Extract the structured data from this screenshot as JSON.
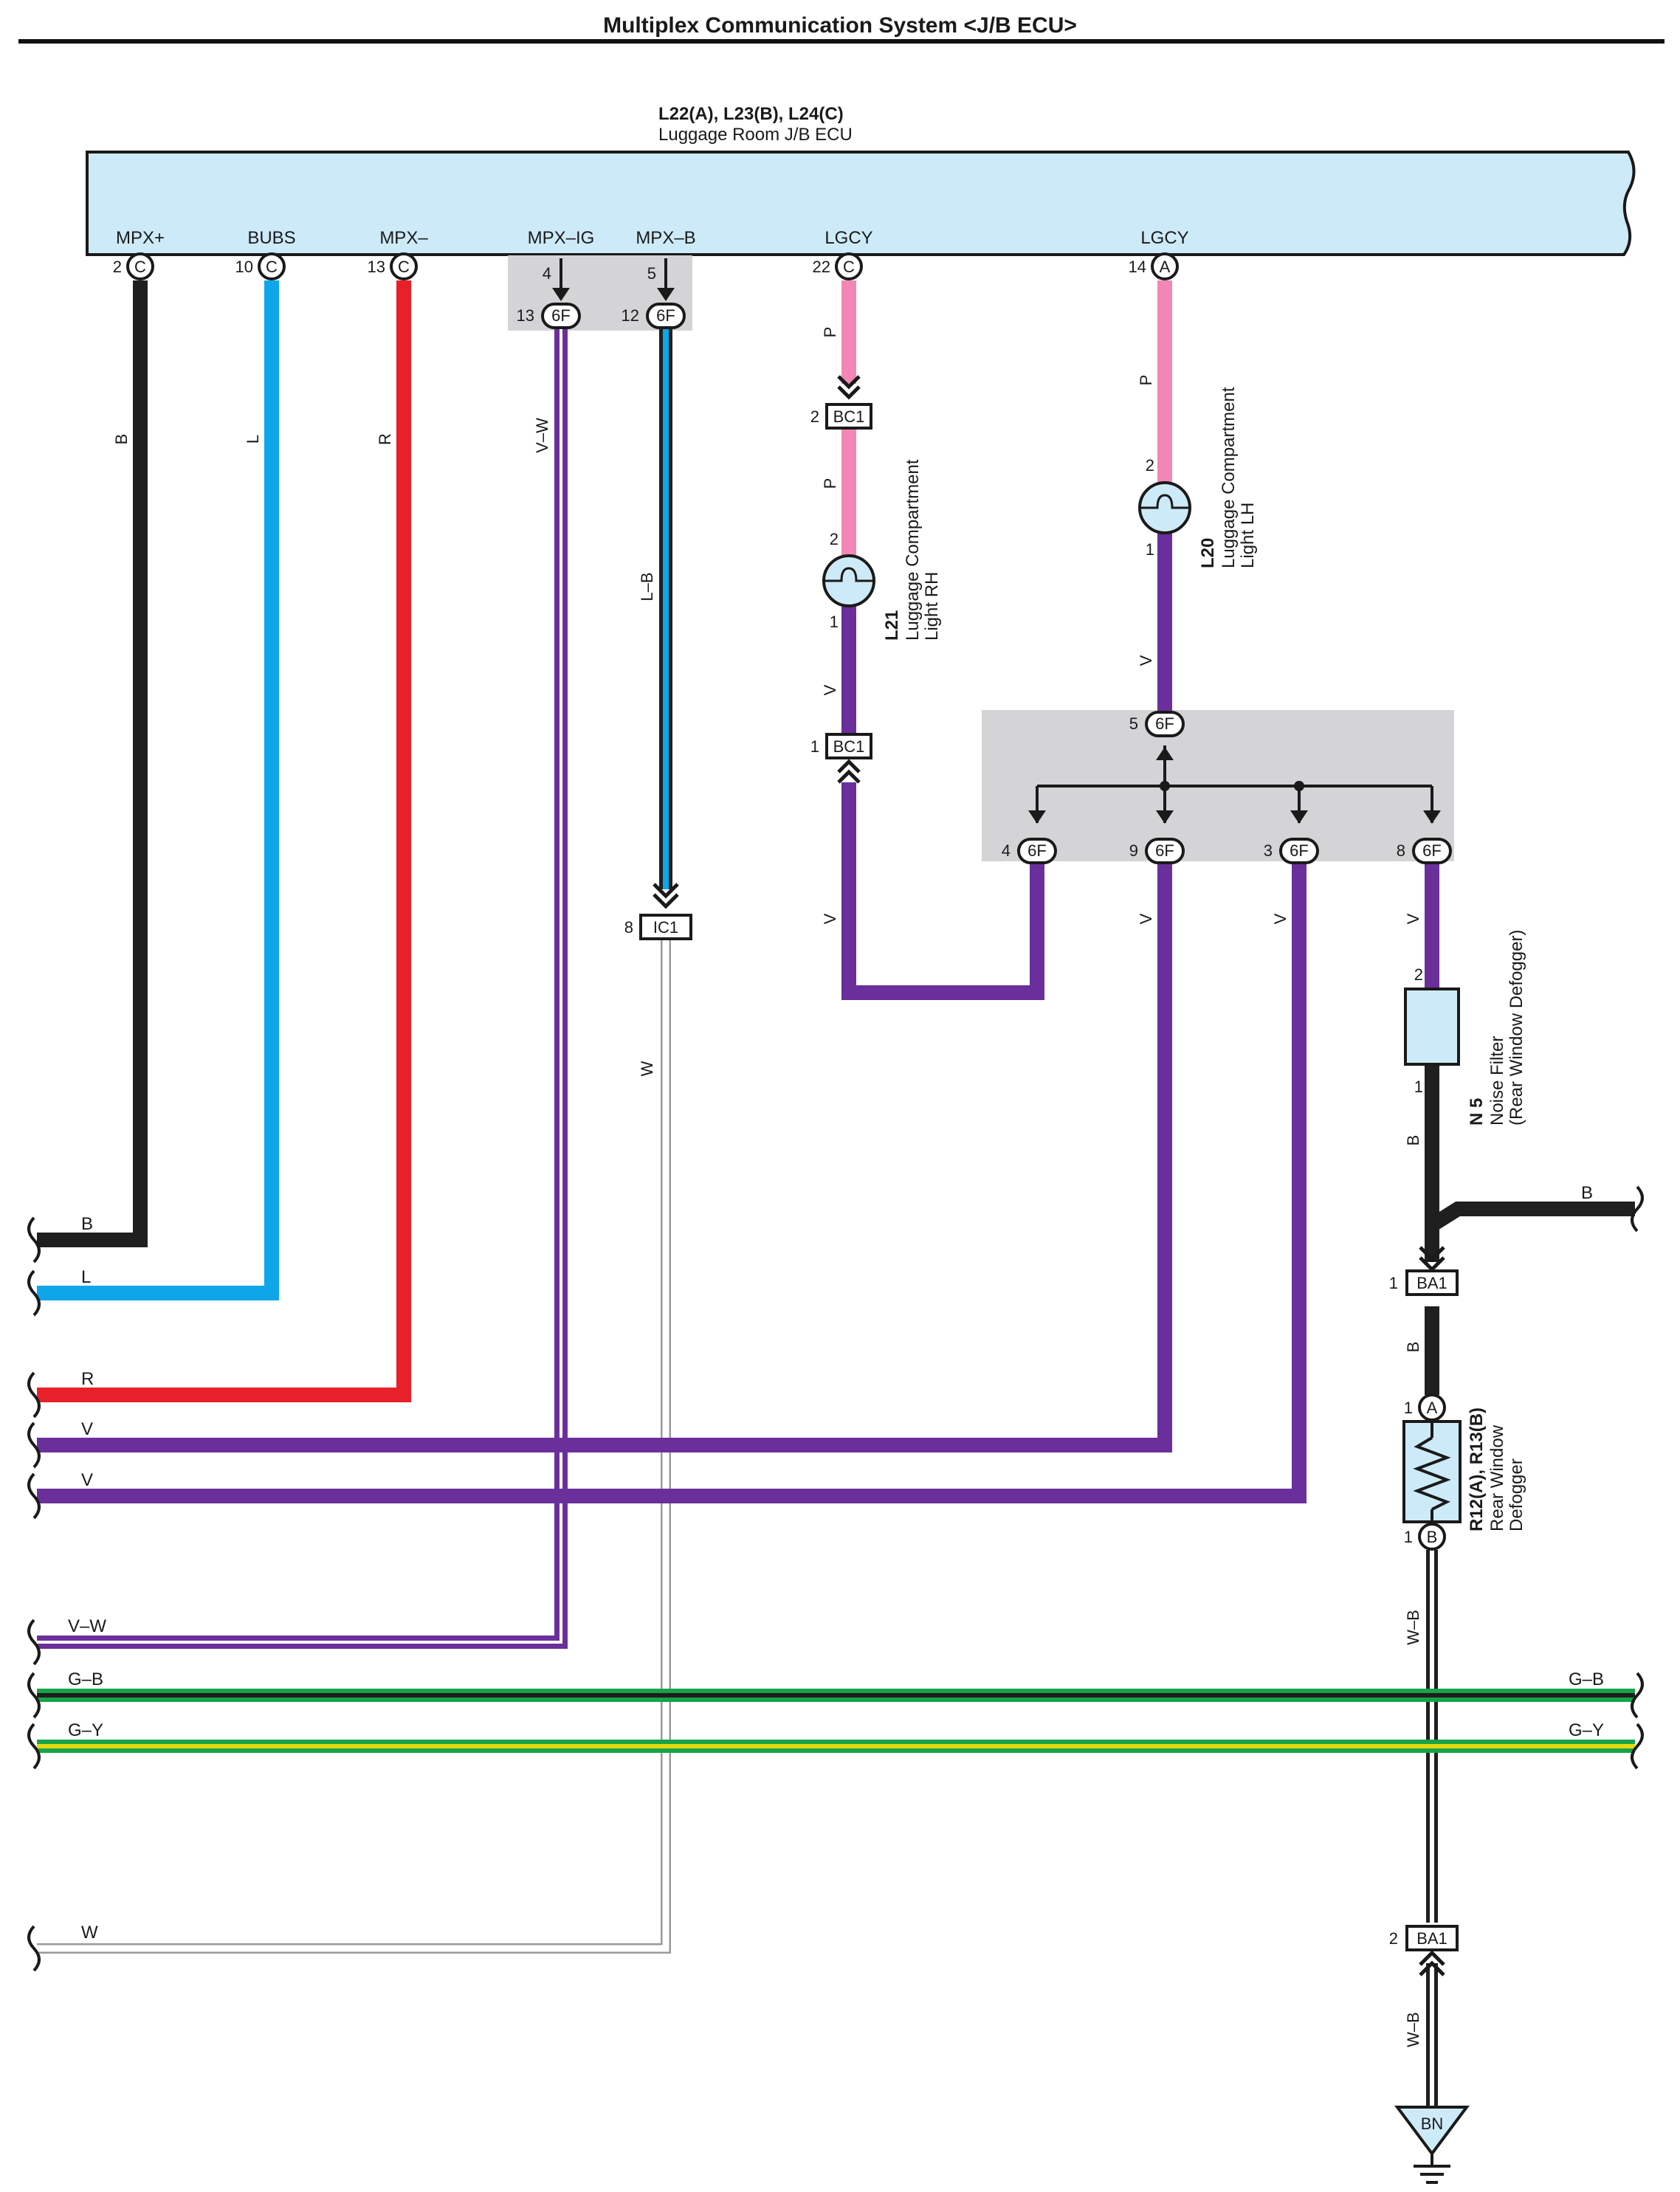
{
  "page": {
    "title": "Multiplex Communication System <J/B ECU>"
  },
  "ecu": {
    "code": "L22(A), L23(B), L24(C)",
    "name": "Luggage Room J/B ECU",
    "terminals": [
      {
        "name": "MPX+",
        "pin": "2",
        "conn": "C"
      },
      {
        "name": "BUBS",
        "pin": "10",
        "conn": "C"
      },
      {
        "name": "MPX–",
        "pin": "13",
        "conn": "C"
      },
      {
        "name": "MPX–IG",
        "pin": "4"
      },
      {
        "name": "MPX–B",
        "pin": "5"
      },
      {
        "name": "LGCY",
        "pin": "22",
        "conn": "C"
      },
      {
        "name": "LGCY",
        "pin": "14",
        "conn": "A"
      }
    ]
  },
  "jb_6f": {
    "label": "6F",
    "pins": [
      "13",
      "12",
      "5",
      "4",
      "9",
      "3",
      "8"
    ]
  },
  "connectors": {
    "bc1": "BC1",
    "ic1": "IC1",
    "ba1": "BA1",
    "bc1_pins": [
      "2",
      "1"
    ],
    "ic1_pin": "8",
    "ba1_pins": [
      "1",
      "2"
    ]
  },
  "components": {
    "l21": {
      "code": "L21",
      "name_line1": "Luggage Compartment",
      "name_line2": "Light RH",
      "pins": [
        "2",
        "1"
      ]
    },
    "l20": {
      "code": "L20",
      "name_line1": "Luggage Compartment",
      "name_line2": "Light LH",
      "pins": [
        "2",
        "1"
      ]
    },
    "n5": {
      "code": "N 5",
      "name_line1": "Noise Filter",
      "name_line2": "(Rear Window Defogger)",
      "pins": [
        "2",
        "1"
      ]
    },
    "r12": {
      "code": "R12(A), R13(B)",
      "name_line1": "Rear Window",
      "name_line2": "Defogger",
      "pins": [
        "1",
        "1"
      ],
      "conn": [
        "A",
        "B"
      ]
    },
    "ground": "BN"
  },
  "wire_colors": {
    "mpx_plus": "B",
    "bubs": "L",
    "mpx_minus": "R",
    "mpx_ig": "V–W",
    "mpx_b": "L–B",
    "lgcy_c": "P",
    "lgcy_a": "P",
    "violet": "V",
    "white": "W",
    "black": "B",
    "wb": "W–B",
    "gb": "G–B",
    "gy": "G–Y"
  },
  "left_edge_labels": [
    "B",
    "L",
    "R",
    "V",
    "V",
    "V–W",
    "G–B",
    "G–Y",
    "W"
  ],
  "right_edge_labels": [
    "B",
    "G–B",
    "G–Y"
  ],
  "colors": {
    "ecu_fill": "#cdeaf8",
    "black": "#1f1f1f",
    "blue": "#0ea5e9",
    "red": "#e8202a",
    "violet": "#6b2f9b",
    "pink": "#f287b7",
    "green": "#17a34a",
    "yellow": "#e5d90e",
    "white_wire": "#9a9a9a",
    "grey_box": "#d4d4d6"
  }
}
